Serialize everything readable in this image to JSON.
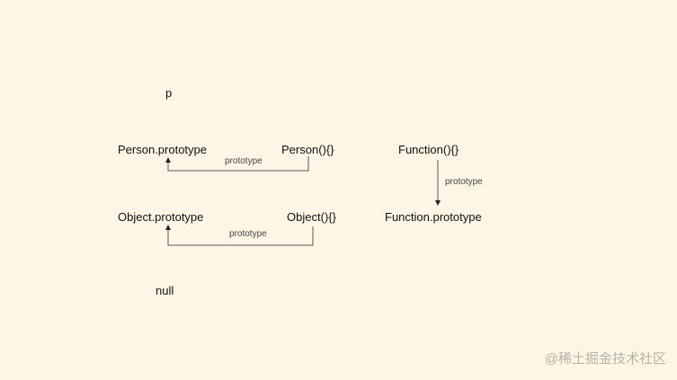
{
  "nodes": {
    "p": "p",
    "person_prototype": "Person.prototype",
    "person_fn": "Person(){}",
    "function_fn": "Function(){}",
    "object_prototype": "Object.prototype",
    "object_fn": "Object(){}",
    "function_prototype": "Function.prototype",
    "null": "null"
  },
  "edges": {
    "person_edge_label": "prototype",
    "function_edge_label": "prototype",
    "object_edge_label": "prototype"
  },
  "colors": {
    "background": "#fdf6e6",
    "text": "#111111",
    "line": "#555555",
    "watermark": "#b8b2a6"
  },
  "watermark": "@稀土掘金技术社区"
}
